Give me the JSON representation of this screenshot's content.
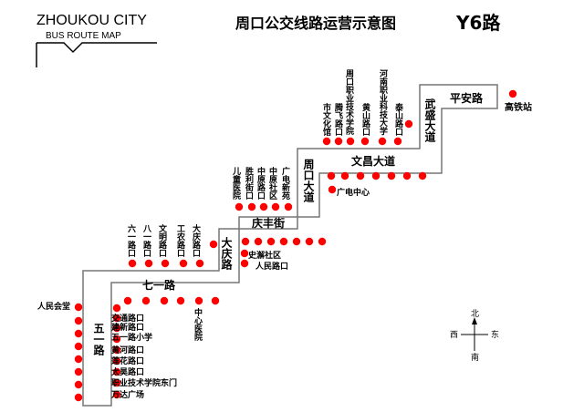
{
  "header": {
    "city": "ZHOUKOU CITY",
    "subtitle": "BUS ROUTE MAP",
    "title": "周口公交线路运营示意图",
    "route": "Y6路"
  },
  "roads": [
    {
      "name": "五一路"
    },
    {
      "name": "七一路"
    },
    {
      "name": "大庆路"
    },
    {
      "name": "庆丰街"
    },
    {
      "name": "周口大道"
    },
    {
      "name": "文昌大道"
    },
    {
      "name": "武盛大道"
    },
    {
      "name": "平安路"
    }
  ],
  "stops": {
    "wuyi": [
      "交通路口",
      "建新路口",
      "五一路小学",
      "黄河路口",
      "莲花路口",
      "太昊路口",
      "职业技术学院东门",
      "万达广场"
    ],
    "left": [
      "人民会堂"
    ],
    "qiyi": [
      "中心医院"
    ],
    "daqing_top": [
      "六一路口",
      "八一路口",
      "文明路口",
      "工农路口",
      "大庆路口"
    ],
    "daqing_right": [
      "史澥社区",
      "人民路口"
    ],
    "qingfeng_top": [
      "儿童医院",
      "胜利街口",
      "中原路口",
      "中原社区",
      "广电新苑"
    ],
    "wenchang_right": [
      "广电中心"
    ],
    "wenchang_top": [
      "市文化馆",
      "周口职业技术学院",
      "腾飞路口",
      "黄山路口",
      "河南职业科技大学",
      "泰山路口"
    ],
    "end": [
      "高铁站"
    ]
  },
  "compass": {
    "north": "北",
    "south": "南",
    "east": "东",
    "west": "西"
  },
  "colors": {
    "stop": "#ff0000",
    "line": "#777777",
    "text": "#000000"
  }
}
